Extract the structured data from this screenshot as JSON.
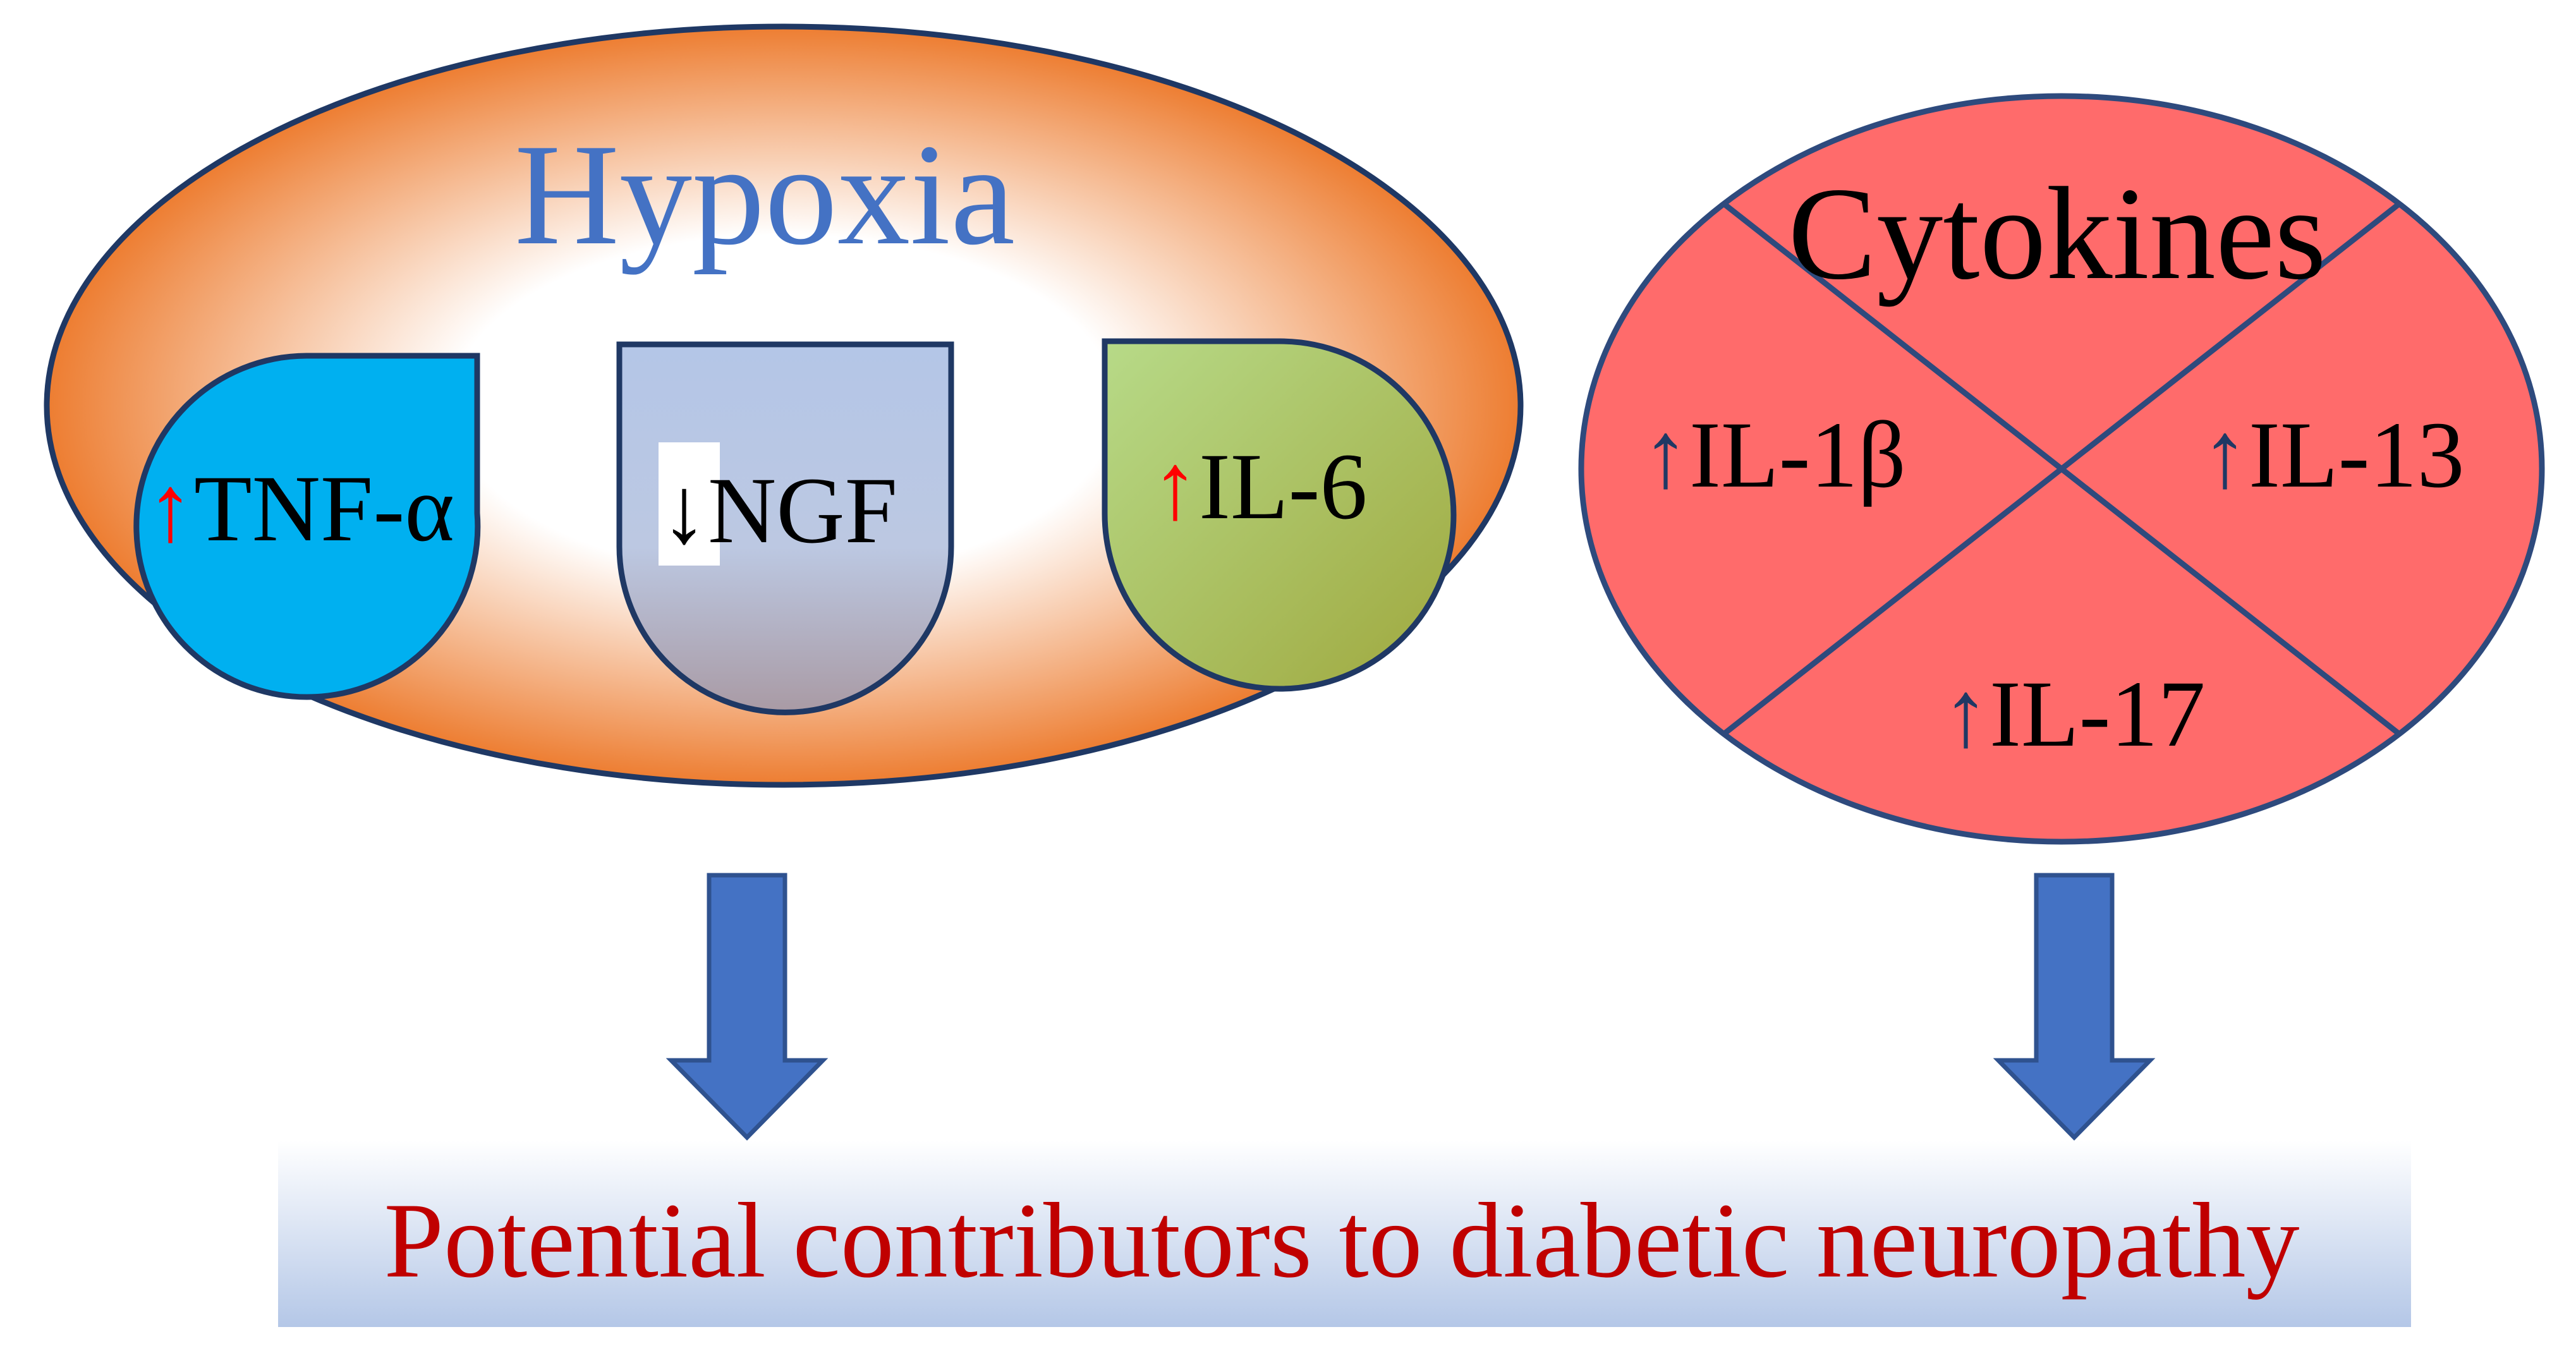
{
  "hypoxia": {
    "title": "Hypoxia",
    "items": [
      {
        "id": "tnf",
        "arrow": "↑",
        "arrow_direction": "up",
        "label": "TNF-α",
        "fill": "#00b0f0",
        "arrow_color": "#ff0000"
      },
      {
        "id": "ngf",
        "arrow": "↓",
        "arrow_direction": "down",
        "label": "NGF",
        "fill": "#b4c6e7",
        "arrow_color": "#000000"
      },
      {
        "id": "il6",
        "arrow": "↑",
        "arrow_direction": "up",
        "label": "IL-6",
        "fill": "#a9d18e",
        "arrow_color": "#ff0000"
      }
    ],
    "colors": {
      "outer": "#ed7d31",
      "inner": "#ffffff",
      "title": "#4472c4",
      "border": "#1f3864"
    }
  },
  "cytokines": {
    "title": "Cytokines",
    "items": [
      {
        "id": "il1b",
        "arrow": "↑",
        "arrow_direction": "up",
        "label": "IL-1β"
      },
      {
        "id": "il13",
        "arrow": "↑",
        "arrow_direction": "up",
        "label": "IL-13"
      },
      {
        "id": "il17",
        "arrow": "↑",
        "arrow_direction": "up",
        "label": "IL-17"
      }
    ],
    "colors": {
      "fill": "#ff6b6b",
      "arrow": "#1f3864",
      "border": "#2e4a7d"
    }
  },
  "outcome": {
    "text": "Potential contributors to diabetic neuropathy",
    "colors": {
      "text": "#c00000",
      "band_top": "#ffffff",
      "band_bottom": "#b4c7e7"
    }
  },
  "connector_color": "#4472c4"
}
